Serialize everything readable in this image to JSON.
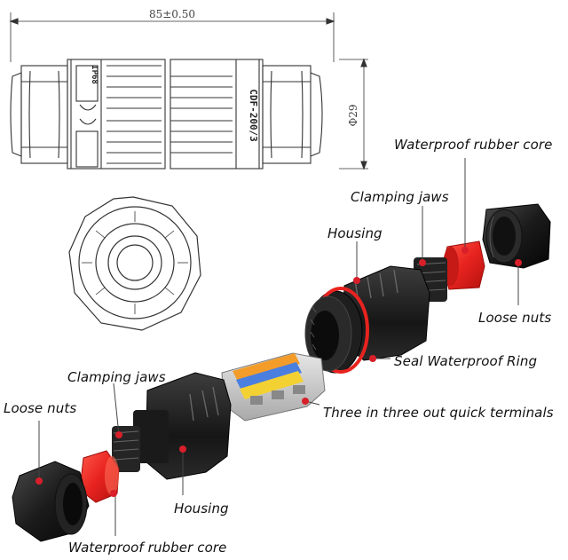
{
  "dimensions": {
    "length": "85±0.50",
    "diameter": "Φ29"
  },
  "body_markings": {
    "model_code": "CDF-200/3",
    "ip_rating": "IP68"
  },
  "labels": {
    "waterproof_core_top": "Waterproof rubber core",
    "clamping_jaws_top": "Clamping jaws",
    "housing_top": "Housing",
    "loose_nuts_right": "Loose nuts",
    "seal_ring": "Seal Waterproof Ring",
    "quick_terminals": "Three in three out quick terminals",
    "clamping_jaws_left": "Clamping jaws",
    "loose_nuts_left": "Loose nuts",
    "housing_bottom": "Housing",
    "waterproof_core_bottom": "Waterproof rubber core"
  },
  "colors": {
    "marker_dot": "#d81f2a",
    "rubber_core": "#e8231f",
    "body_dark": "#1d1d1d",
    "line_art": "#333333"
  }
}
